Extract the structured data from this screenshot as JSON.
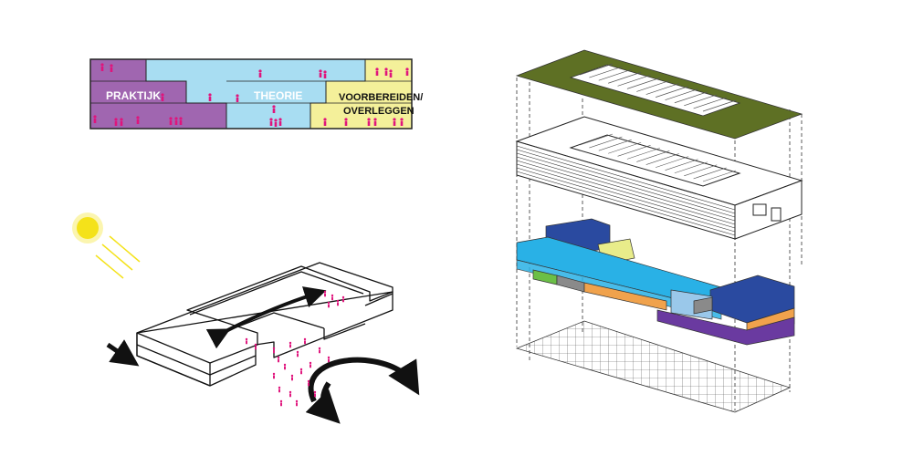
{
  "zones_diagram": {
    "labels": {
      "praktijk": "PRAKTIJK",
      "theorie": "THEORIE",
      "voorbereiden_line1": "VOORBEREIDEN/",
      "voorbereiden_line2": "OVERLEGGEN"
    },
    "colors": {
      "praktijk": "#a066b0",
      "theorie": "#a8ddf2",
      "voorbereiden": "#f4f09a",
      "people": "#e0147c"
    }
  },
  "site_diagram": {
    "sun_color": "#f4e21a",
    "arrow_color": "#111111"
  },
  "exploded_axonometric": {
    "roof_color": "#5e7024",
    "program_colors": {
      "dark_blue": "#2a4aa0",
      "cyan": "#29b1e6",
      "yellow": "#e8ec8a",
      "green": "#6bbf47",
      "orange": "#f0a24c",
      "purple": "#6a3aa0",
      "light_blue": "#9ac8ea",
      "grey": "#8a8a8a"
    }
  }
}
